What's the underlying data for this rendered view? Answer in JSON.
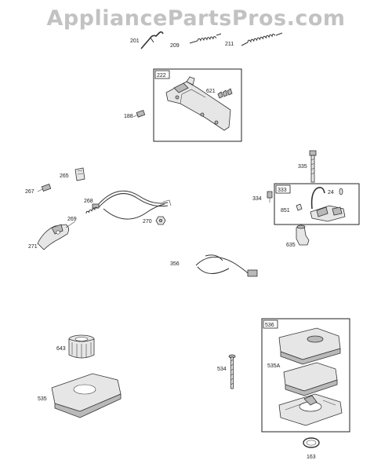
{
  "watermark": "AppliancePartsPros.com",
  "parts": {
    "p201": "201",
    "p209": "209",
    "p211": "211",
    "p222": "222",
    "p621": "621",
    "p188": "188",
    "p265": "265",
    "p267": "267",
    "p268": "268",
    "p269": "269",
    "p270": "270",
    "p271": "271",
    "p335": "335",
    "p333": "333",
    "p24": "24",
    "p334": "334",
    "p851": "851",
    "p635": "635",
    "p356": "356",
    "p536": "536",
    "p643": "643",
    "p534": "534",
    "p535A": "535A",
    "p535": "535",
    "p163": "163"
  }
}
